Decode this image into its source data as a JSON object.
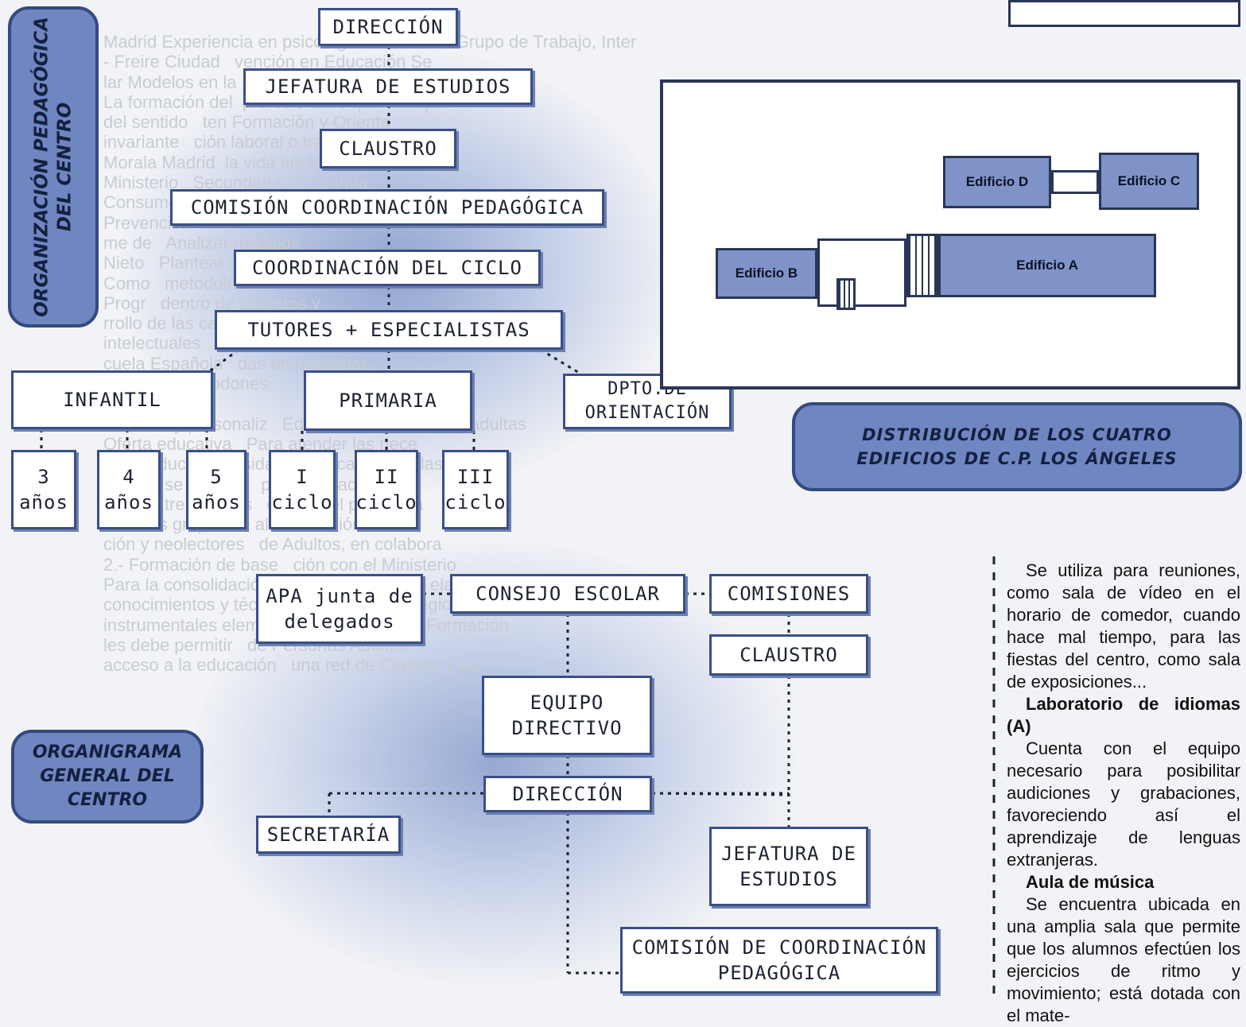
{
  "top_chart": {
    "title_label": "ORGANIZACIÓN PEDAGÓGICA DEL CENTRO",
    "boxes": {
      "direccion": "DIRECCIÓN",
      "jefatura": "JEFATURA DE ESTUDIOS",
      "claustro": "CLAUSTRO",
      "comision": "COMISIÓN COORDINACIÓN PEDAGÓGICA",
      "coordinacion_ciclo": "COORDINACIÓN DEL CICLO",
      "tutores": "TUTORES + ESPECIALISTAS",
      "infantil": "INFANTIL",
      "primaria": "PRIMARIA",
      "orientacion": "DPTO.DE ORIENTACIÓN",
      "anos3": "3 años",
      "anos4": "4 años",
      "anos5": "5 años",
      "ciclo1": "I ciclo",
      "ciclo2": "II ciclo",
      "ciclo3": "III ciclo"
    }
  },
  "bottom_chart": {
    "title_label": "ORGANIGRAMA GENERAL DEL CENTRO",
    "boxes": {
      "apa": "APA junta de delegados",
      "consejo": "CONSEJO ESCOLAR",
      "comisiones": "COMISIONES",
      "claustro": "CLAUSTRO",
      "equipo": "EQUIPO DIRECTIVO",
      "direccion": "DIRECCIÓN",
      "secretaria": "SECRETARÍA",
      "jefatura": "JEFATURA DE ESTUDIOS",
      "comision": "COMISIÓN DE COORDINACIÓN PEDAGÓGICA"
    }
  },
  "map": {
    "caption": "DISTRIBUCIÓN DE LOS CUATRO EDIFICIOS DE C.P. LOS ÁNGELES",
    "buildings": {
      "a": "Edificio A",
      "b": "Edificio B",
      "c": "Edificio C",
      "d": "Edificio D"
    }
  },
  "side_text": {
    "p1": "Se utiliza para reuniones, como sala de vídeo en el horario de comedor, cuando hace mal tiempo, para las fiestas del centro, como sala de exposiciones...",
    "h2": "Laboratorio de idiomas (A)",
    "p2": "Cuenta con el equipo necesario para posibilitar audiciones y grabaciones, favoreciendo así el aprendizaje de lenguas extranjeras.",
    "h3": "Aula de música",
    "p3": "Se encuentra ubicada en una amplia sala que permite que los alumnos efectúen los ejercicios de ritmo y movimiento; está dotada con el mate-"
  },
  "colors": {
    "box_border": "#3a4f86",
    "label_fill": "#6f86c0",
    "building_fill": "#7f93c8",
    "glow": "#7f96c9"
  }
}
